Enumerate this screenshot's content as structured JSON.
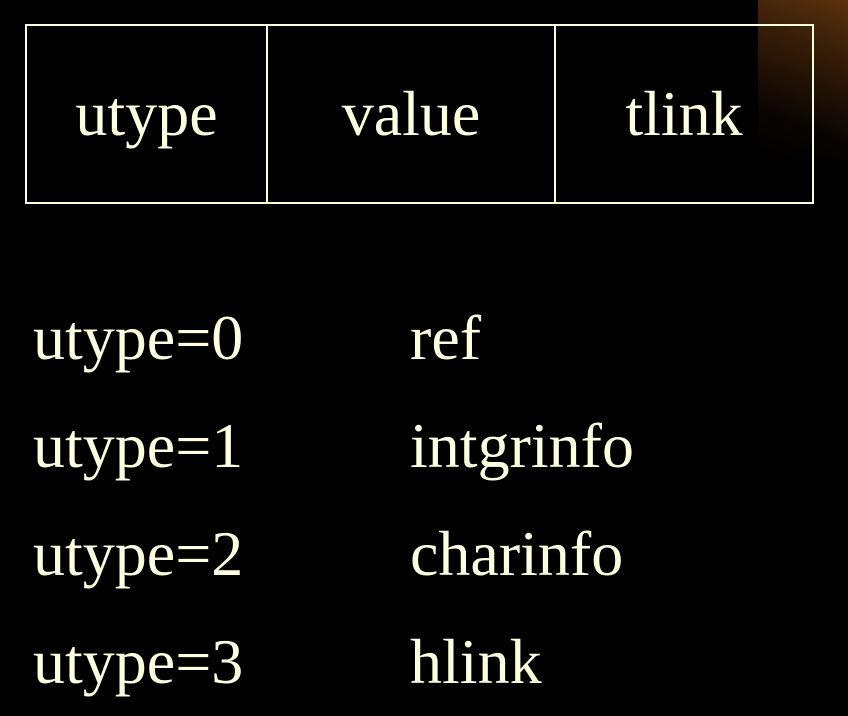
{
  "colors": {
    "background": "#000000",
    "text": "#FFFFE0",
    "border": "#FFFFE0",
    "corner_accent": "#6b3a10"
  },
  "node": {
    "fields": [
      "utype",
      "value",
      "tlink"
    ]
  },
  "legend": [
    {
      "key": "utype=0",
      "value": "ref"
    },
    {
      "key": "utype=1",
      "value": "intgrinfo"
    },
    {
      "key": "utype=2",
      "value": "charinfo"
    },
    {
      "key": "utype=3",
      "value": "hlink"
    }
  ]
}
